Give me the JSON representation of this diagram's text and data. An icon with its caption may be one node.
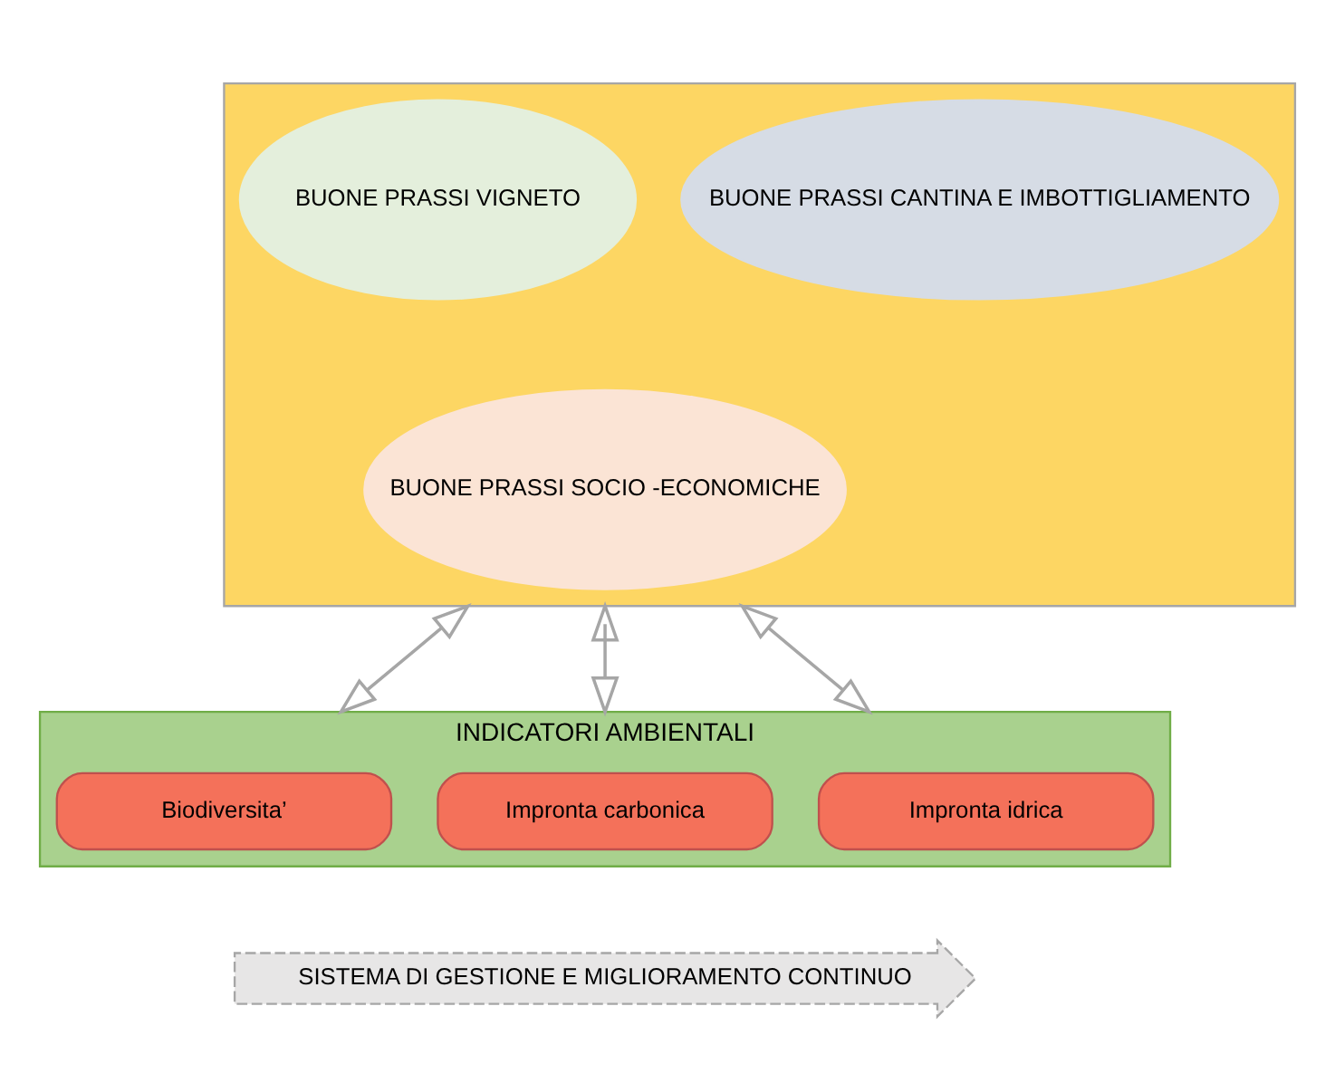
{
  "diagram": {
    "nodes": [
      {
        "text": [],
        "shape": "box"
      },
      {
        "text": [
          "BUONE PRASSI VIGNETO"
        ],
        "in": 0
      },
      {
        "text": [
          "BUONE PRASSI CANTINA E IMBOTTIGLIAMENTO"
        ],
        "in": 0
      },
      {
        "text": [
          "BUONE PRASSI SOCIO -ECONOMICHE"
        ],
        "in": 0
      },
      {
        "text": [
          "INDICATORI AMBIENTALI"
        ]
      },
      {
        "text": [
          "Biodiversita’"
        ],
        "in": 4
      },
      {
        "text": [
          "Impronta carbonica"
        ],
        "in": 4
      },
      {
        "text": [
          "Impronta idrica"
        ],
        "in": 4
      },
      {
        "text": [
          "SISTEMA DI GESTIONE E MIGLIORAMENTO CONTINUO"
        ]
      }
    ],
    "edges": [
      {
        "from": 0,
        "to": 4,
        "arrow": "both"
      },
      {
        "from": 0,
        "to": 4,
        "arrow": "both"
      },
      {
        "from": 0,
        "to": 4,
        "arrow": "both"
      }
    ]
  }
}
